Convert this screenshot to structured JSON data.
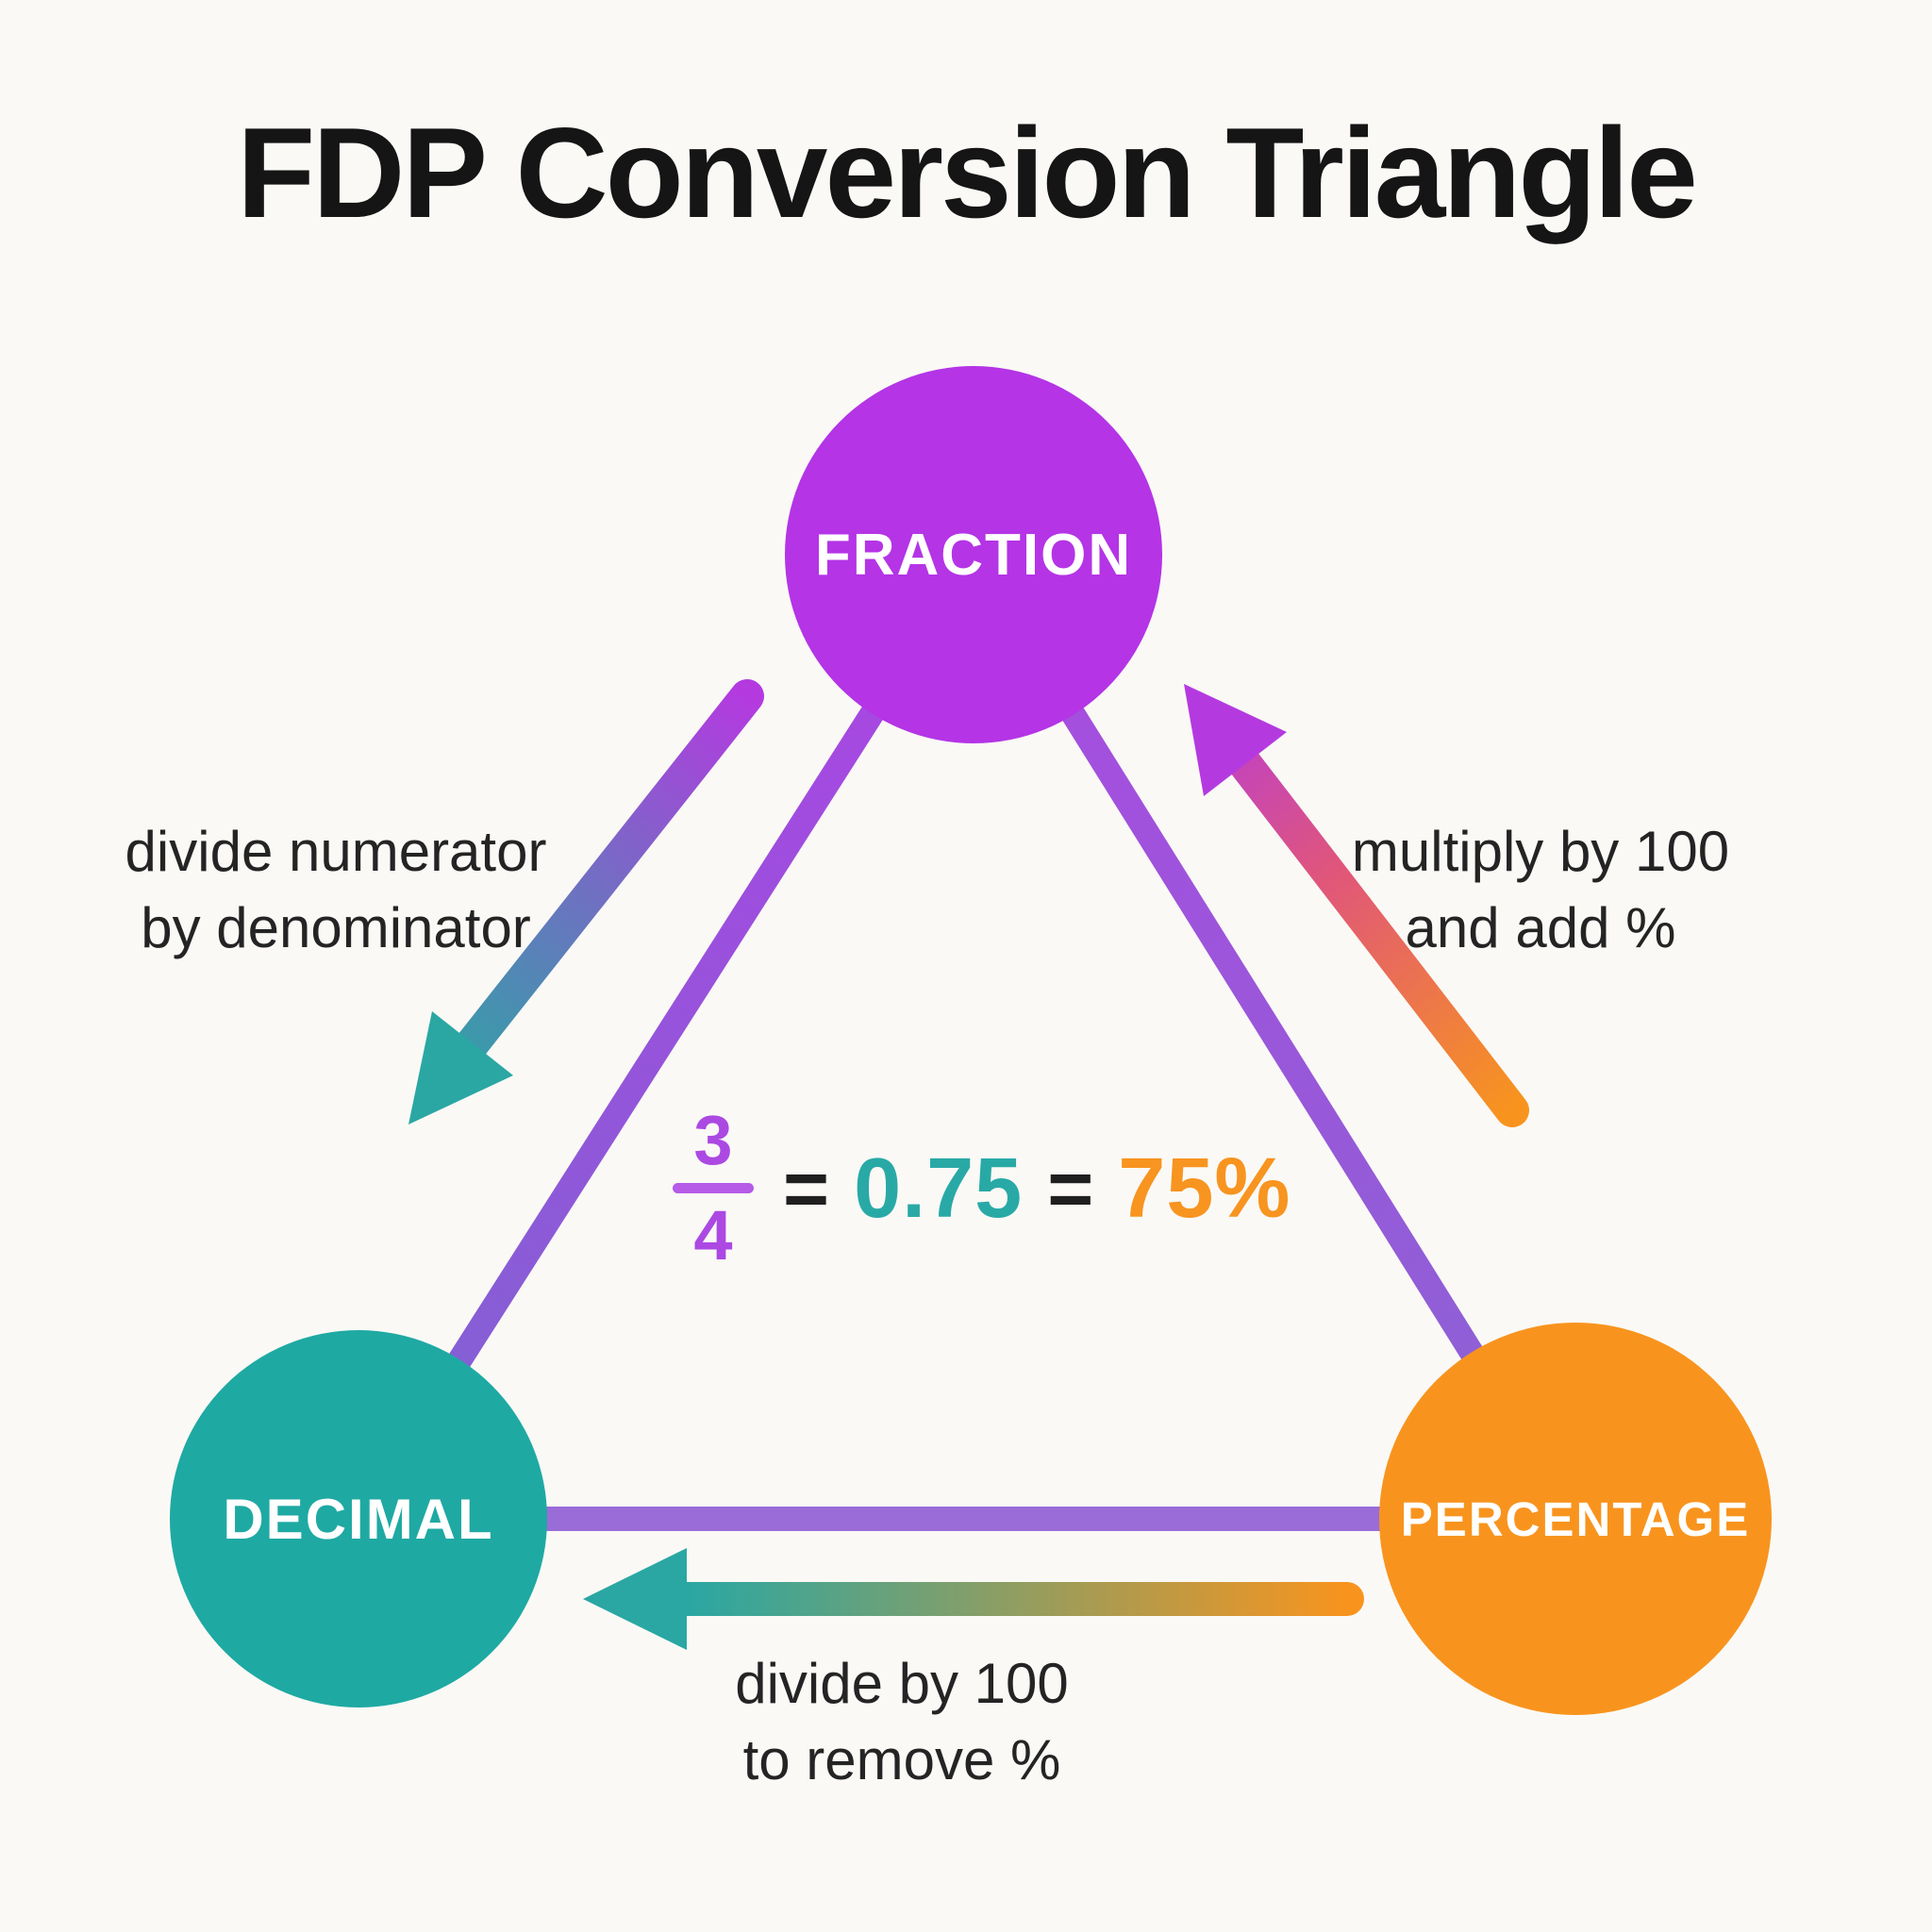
{
  "title": "FDP Conversion Triangle",
  "nodes": {
    "fraction": {
      "label": "FRACTION",
      "color": "#b434e6"
    },
    "decimal": {
      "label": "DECIMAL",
      "color": "#1fa9a3"
    },
    "percentage": {
      "label": "PERCENTAGE",
      "color": "#f8941e"
    }
  },
  "conversions": {
    "fraction_to_decimal": {
      "line1": "divide numerator",
      "line2": "by denominator"
    },
    "percentage_to_fraction": {
      "line1": "multiply by 100",
      "line2": "and add %"
    },
    "percentage_to_decimal": {
      "line1": "divide by 100",
      "line2": "to remove %"
    }
  },
  "example": {
    "numerator": "3",
    "denominator": "4",
    "equals": "=",
    "decimal": "0.75",
    "percentage": "75%"
  },
  "colors": {
    "background": "#faf9f6",
    "title_text": "#151515",
    "label_text": "#242424",
    "node_label_text": "#ffffff",
    "edge_purple": "#9a6cd8",
    "edge_left_top": "#ae43e4",
    "edge_left_bottom": "#7e64d2",
    "edge_right_top": "#a94be0",
    "edge_right_bottom": "#8a63d4",
    "arrow_purple": "#b43ae0",
    "arrow_pink": "#e0567a",
    "arrow_orange": "#f8941e",
    "arrow_teal": "#2aa7a3",
    "fraction_text": "#ab49e2",
    "fraction_bar": "#b55be8",
    "equals_text": "#1f1f1f",
    "decimal_text": "#29a9a6",
    "percentage_text": "#f89420"
  }
}
